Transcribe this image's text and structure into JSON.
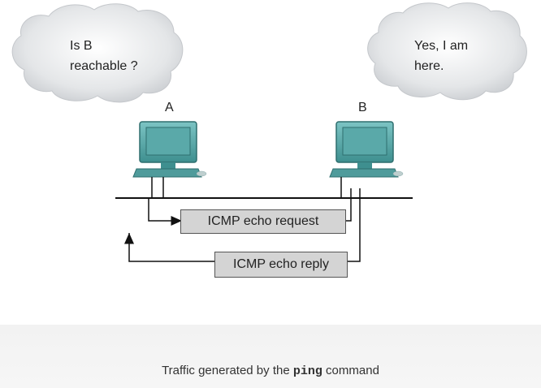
{
  "bubbles": {
    "left": {
      "line1": "Is B",
      "line2": "reachable ?"
    },
    "right": {
      "line1": "Yes, I am",
      "line2": "here."
    }
  },
  "hosts": {
    "a": "A",
    "b": "B"
  },
  "messages": {
    "request": "ICMP echo request",
    "reply": "ICMP echo reply"
  },
  "caption": {
    "before": "Traffic generated by the",
    "command": "ping",
    "after": "command"
  },
  "colors": {
    "computer": "#4aa0a0",
    "computer_dark": "#2e7272",
    "bubble": "#dadde0",
    "box": "#d4d4d4"
  }
}
